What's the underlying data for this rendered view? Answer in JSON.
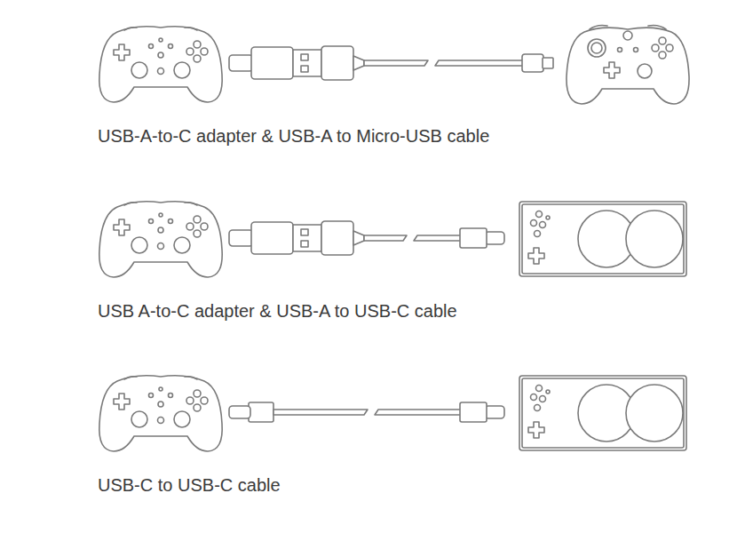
{
  "diagram": {
    "labels": [
      "USB-A-to-C adapter & USB-A to Micro-USB cable",
      "USB A-to-C adapter & USB-A to USB-C cable",
      "USB-C to USB-C cable"
    ]
  }
}
